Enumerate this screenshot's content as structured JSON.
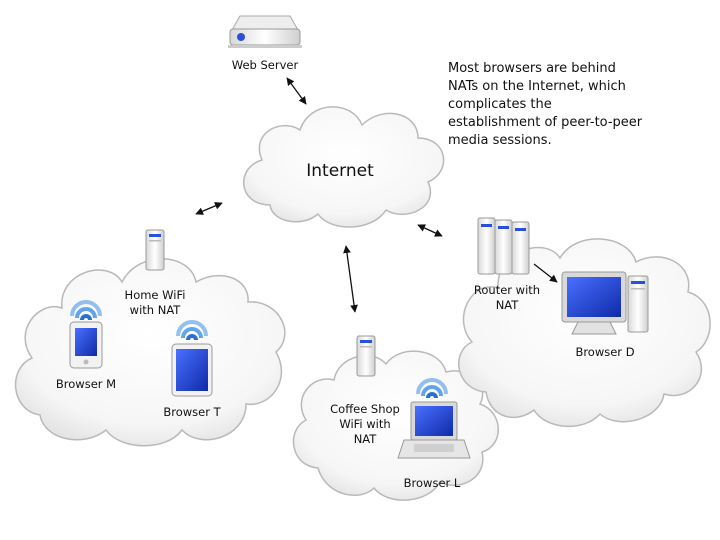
{
  "note": "Most browsers are behind NATs on the Internet, which complicates the establishment of peer-to-peer media sessions.",
  "internet": "Internet",
  "web_server": "Web Server",
  "home": {
    "router_line1": "Home WiFi",
    "router_line2": "with NAT",
    "browser_m": "Browser M",
    "browser_t": "Browser T"
  },
  "coffee": {
    "router_line1": "Coffee Shop",
    "router_line2": "WiFi with",
    "router_line3": "NAT",
    "browser_l": "Browser L"
  },
  "office": {
    "router_line1": "Router with",
    "router_line2": "NAT",
    "browser_d": "Browser D"
  },
  "colors": {
    "screen_blue": "#1c3fd6",
    "cloud_edge": "#b9b9b9",
    "wifi": "#3b8fe8"
  }
}
